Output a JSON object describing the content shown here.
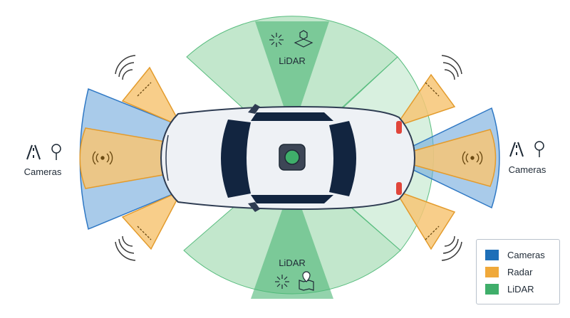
{
  "labels": {
    "lidar_top": "LiDAR",
    "lidar_bottom": "LiDAR",
    "cameras_left": "Cameras",
    "cameras_right": "Cameras"
  },
  "legend": [
    {
      "label": "Cameras",
      "color": "#1e6fb8"
    },
    {
      "label": "Radar",
      "color": "#f0a93a"
    },
    {
      "label": "LiDAR",
      "color": "#3fae6a"
    }
  ],
  "colors": {
    "camera_fill": "#6fa8dc",
    "camera_stroke": "#2f78c4",
    "radar_fill": "#f7c676",
    "radar_stroke": "#e39b2c",
    "lidar_fill": "#8fd3a3",
    "lidar_dark": "#4bb574",
    "car_body": "#eef1f5",
    "car_dark": "#122540"
  },
  "icons": [
    "lidar-scan-icon",
    "cube-map-icon",
    "location-map-icon",
    "road-icon",
    "traffic-sign-icon",
    "radar-wave-icon",
    "double-arrow-icon",
    "sensor-lens-icon"
  ]
}
